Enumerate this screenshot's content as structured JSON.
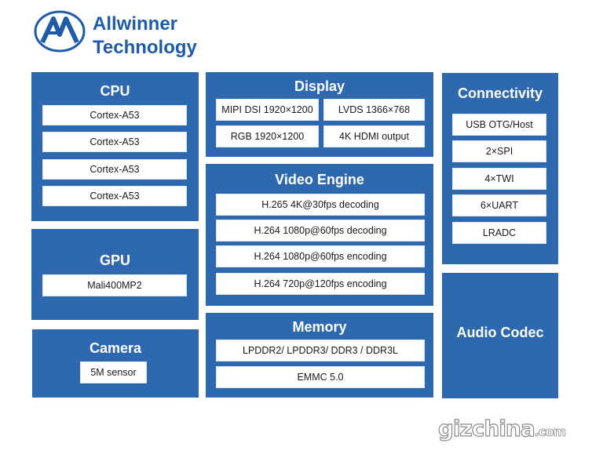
{
  "logo": {
    "line1": "Allwinner",
    "line2": "Technology"
  },
  "cpu": {
    "title": "CPU",
    "items": [
      "Cortex-A53",
      "Cortex-A53",
      "Cortex-A53",
      "Cortex-A53"
    ]
  },
  "display": {
    "title": "Display",
    "items": [
      "MIPI DSI 1920×1200",
      "LVDS 1366×768",
      "RGB 1920×1200",
      "4K HDMI output"
    ]
  },
  "connectivity": {
    "title": "Connectivity",
    "items": [
      "USB OTG/Host",
      "2×SPI",
      "4×TWI",
      "6×UART",
      "LRADC"
    ]
  },
  "gpu": {
    "title": "GPU",
    "items": [
      "Mali400MP2"
    ]
  },
  "video_engine": {
    "title": "Video Engine",
    "items": [
      "H.265 4K@30fps decoding",
      "H.264 1080p@60fps decoding",
      "H.264 1080p@60fps encoding",
      "H.264 720p@120fps encoding"
    ]
  },
  "camera": {
    "title": "Camera",
    "items": [
      "5M sensor"
    ]
  },
  "memory": {
    "title": "Memory",
    "items": [
      "LPDDR2/ LPDDR3/ DDR3 / DDR3L",
      "EMMC 5.0"
    ]
  },
  "audio": {
    "title": "Audio Codec"
  },
  "watermark": {
    "text": "gizchina",
    "suffix": ".com"
  },
  "colors": {
    "block": "#2e69b0",
    "logo": "#1f5ba8"
  }
}
